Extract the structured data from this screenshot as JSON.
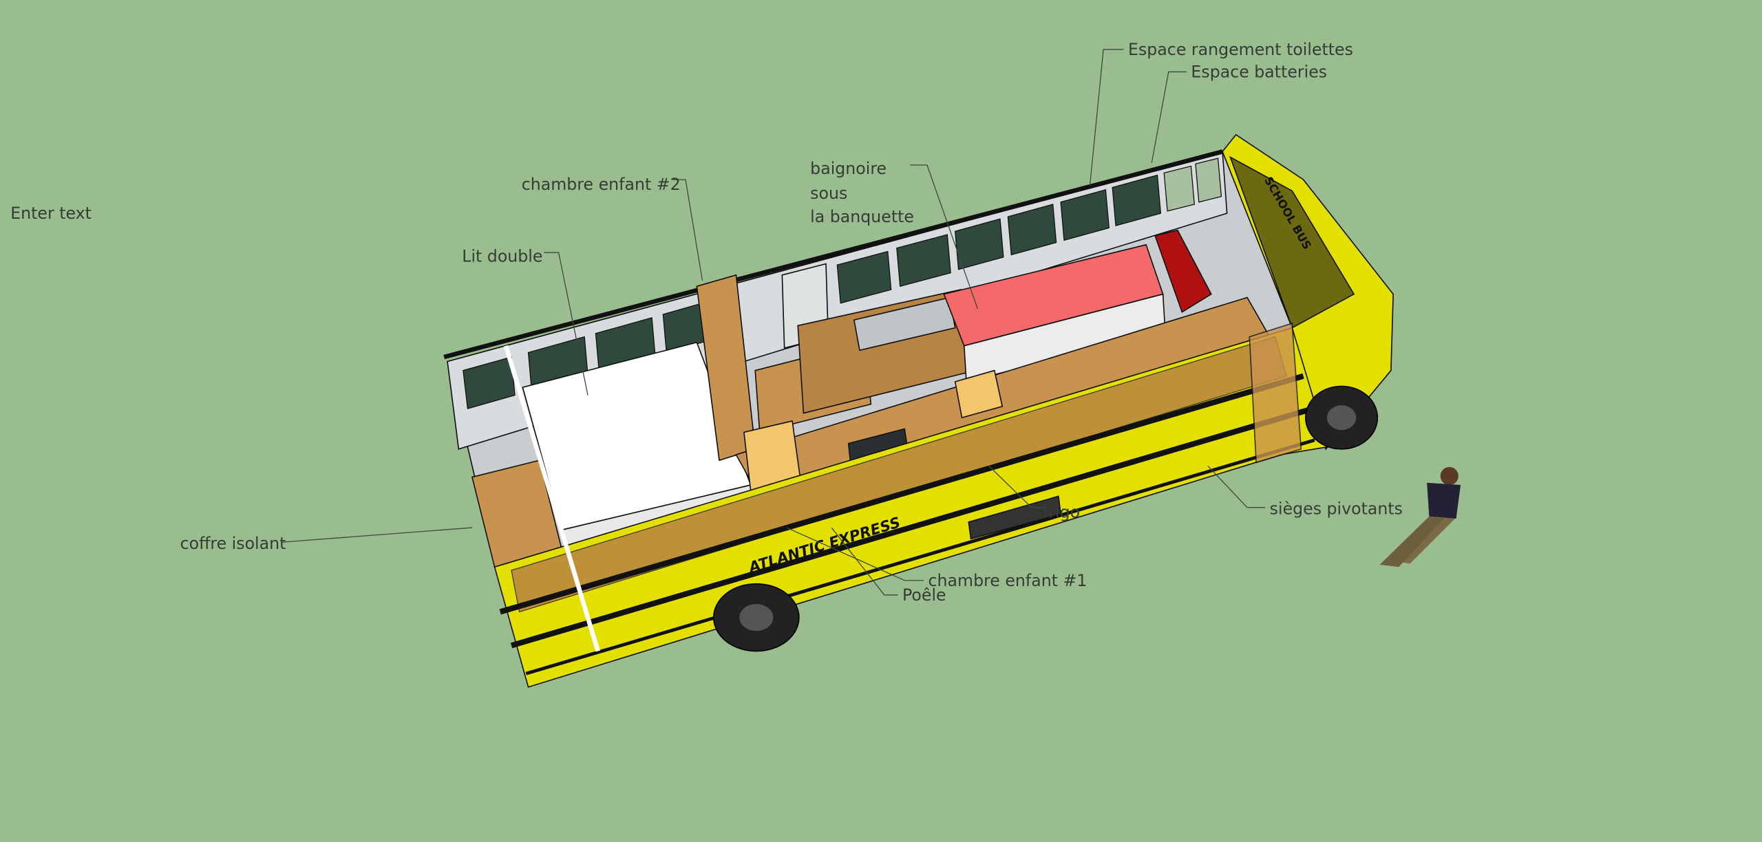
{
  "canvas": {
    "background": "#9abd8f",
    "placeholder_text": "Enter text"
  },
  "labels": {
    "toilet_storage": "Espace rangement toilettes",
    "batteries": "Espace batteries",
    "bathtub": [
      "baignoire",
      "sous",
      "la banquette"
    ],
    "child_room_2": "chambre enfant #2",
    "double_bed": "Lit double",
    "insulated_box": "coffre isolant",
    "fridge": "frigo",
    "swivel_seats": "sièges pivotants",
    "child_room_1": "chambre enfant #1",
    "stove": "Poêle"
  },
  "bus": {
    "brand_text": "ATLANTIC EXPRESS",
    "body_color": "#e3e000",
    "destination_sign": "SCHOOL BUS"
  },
  "colors": {
    "wood": "#c8934f",
    "banquette": "#f46a6a",
    "seat": "#b01010",
    "bed": "#ffffff"
  }
}
